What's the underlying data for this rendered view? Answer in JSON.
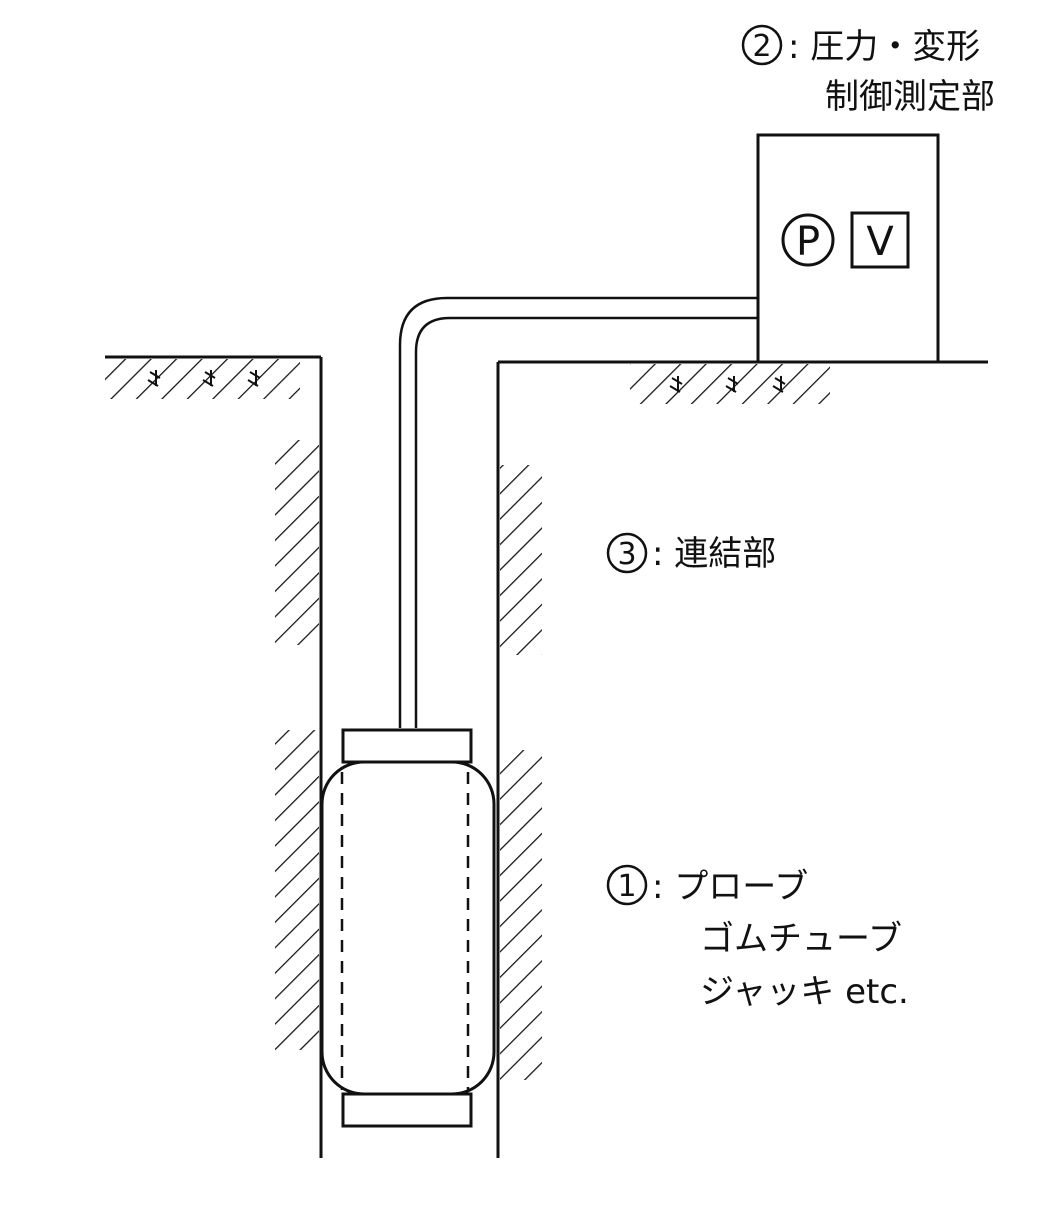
{
  "labels": {
    "control": {
      "num": "2",
      "line1": ": 圧力・変形",
      "line2": "制御測定部"
    },
    "connection": {
      "num": "3",
      "line1": ": 連結部"
    },
    "probe": {
      "num": "1",
      "line1": ": プローブ",
      "line2": "ゴムチューブ",
      "line3": "ジャッキ etc."
    }
  },
  "gauges": {
    "pressure": "P",
    "volume": "V"
  }
}
